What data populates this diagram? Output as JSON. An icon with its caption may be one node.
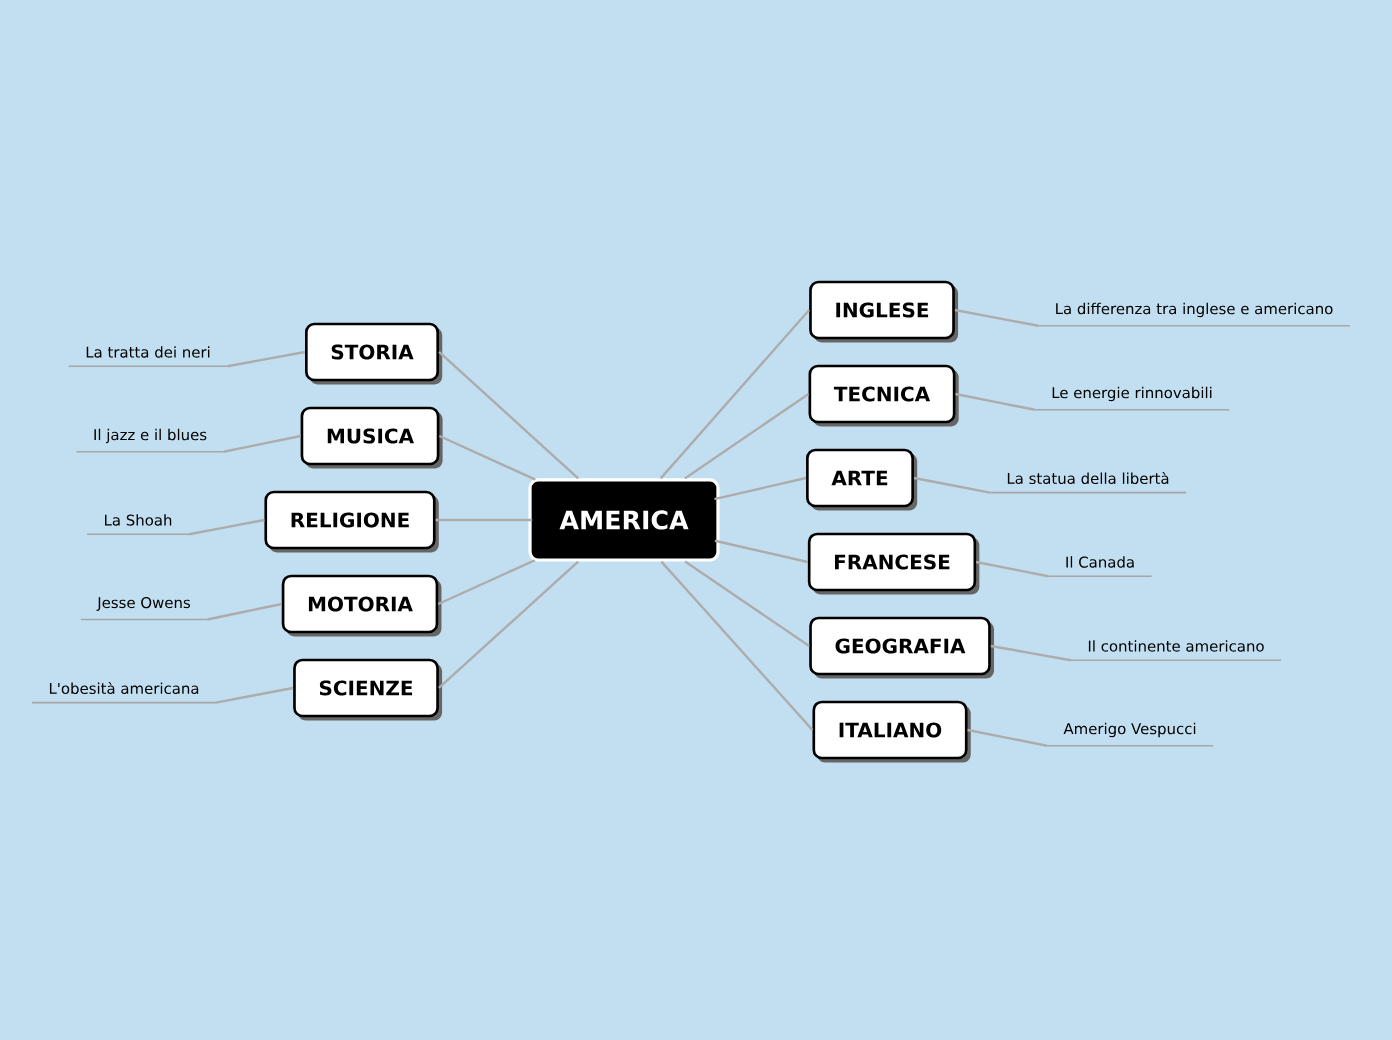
{
  "diagram": {
    "nodes": [
      {
        "text": [
          "AMERICA"
        ]
      },
      {
        "text": [
          "STORIA"
        ]
      },
      {
        "text": [
          "MUSICA"
        ]
      },
      {
        "text": [
          "RELIGIONE"
        ]
      },
      {
        "text": [
          "MOTORIA"
        ]
      },
      {
        "text": [
          "SCIENZE"
        ]
      },
      {
        "text": [
          "INGLESE"
        ]
      },
      {
        "text": [
          "TECNICA"
        ]
      },
      {
        "text": [
          "ARTE"
        ]
      },
      {
        "text": [
          "FRANCESE"
        ]
      },
      {
        "text": [
          "GEOGRAFIA"
        ]
      },
      {
        "text": [
          "ITALIANO"
        ]
      },
      {
        "text": [
          "La tratta dei neri"
        ]
      },
      {
        "text": [
          "Il jazz e il blues"
        ]
      },
      {
        "text": [
          "La Shoah"
        ]
      },
      {
        "text": [
          "Jesse Owens"
        ]
      },
      {
        "text": [
          "L'obesità americana"
        ]
      },
      {
        "text": [
          "La differenza tra inglese e americano"
        ]
      },
      {
        "text": [
          "Le energie rinnovabili"
        ]
      },
      {
        "text": [
          "La statua della libertà"
        ]
      },
      {
        "text": [
          "Il Canada"
        ]
      },
      {
        "text": [
          "Il continente americano"
        ]
      },
      {
        "text": [
          "Amerigo Vespucci"
        ]
      }
    ],
    "edges": [
      {
        "from": 0,
        "to": 1,
        "arrow": "none"
      },
      {
        "from": 0,
        "to": 2,
        "arrow": "none"
      },
      {
        "from": 0,
        "to": 3,
        "arrow": "none"
      },
      {
        "from": 0,
        "to": 4,
        "arrow": "none"
      },
      {
        "from": 0,
        "to": 5,
        "arrow": "none"
      },
      {
        "from": 0,
        "to": 6,
        "arrow": "none"
      },
      {
        "from": 0,
        "to": 7,
        "arrow": "none"
      },
      {
        "from": 0,
        "to": 8,
        "arrow": "none"
      },
      {
        "from": 0,
        "to": 9,
        "arrow": "none"
      },
      {
        "from": 0,
        "to": 10,
        "arrow": "none"
      },
      {
        "from": 0,
        "to": 11,
        "arrow": "none"
      },
      {
        "from": 1,
        "to": 12,
        "arrow": "none"
      },
      {
        "from": 2,
        "to": 13,
        "arrow": "none"
      },
      {
        "from": 3,
        "to": 14,
        "arrow": "none"
      },
      {
        "from": 4,
        "to": 15,
        "arrow": "none"
      },
      {
        "from": 5,
        "to": 16,
        "arrow": "none"
      },
      {
        "from": 6,
        "to": 17,
        "arrow": "none"
      },
      {
        "from": 7,
        "to": 18,
        "arrow": "none"
      },
      {
        "from": 8,
        "to": 19,
        "arrow": "none"
      },
      {
        "from": 9,
        "to": 20,
        "arrow": "none"
      },
      {
        "from": 10,
        "to": 21,
        "arrow": "none"
      },
      {
        "from": 11,
        "to": 22,
        "arrow": "none"
      }
    ]
  }
}
